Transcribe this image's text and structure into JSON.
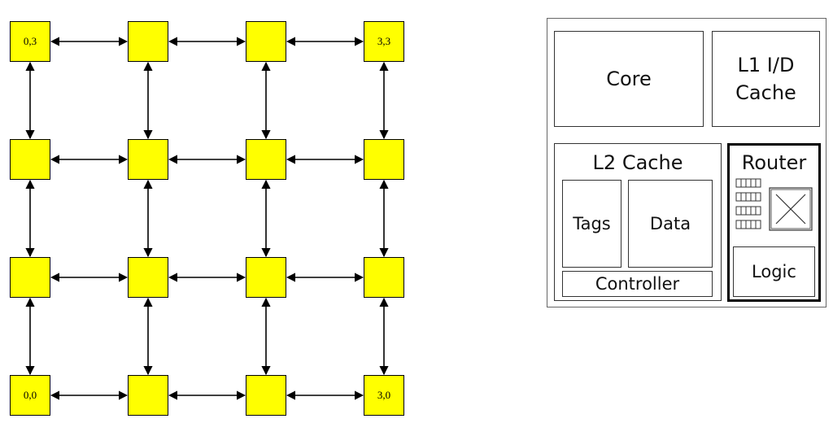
{
  "mesh": {
    "columns": 4,
    "rows": 4,
    "corner_labels": {
      "top_left": "0,3",
      "top_right": "3,3",
      "bottom_left": "0,0",
      "bottom_right": "3,0"
    },
    "node_color": "#ffff00"
  },
  "tile": {
    "core": "Core",
    "l1": "L1 I/D\nCache",
    "l2": {
      "title": "L2 Cache",
      "tags": "Tags",
      "data": "Data",
      "controller": "Controller"
    },
    "router": {
      "title": "Router",
      "logic": "Logic",
      "buffer_icon": "buffer-queue-icon",
      "crossbar_icon": "crossbar-icon"
    }
  }
}
